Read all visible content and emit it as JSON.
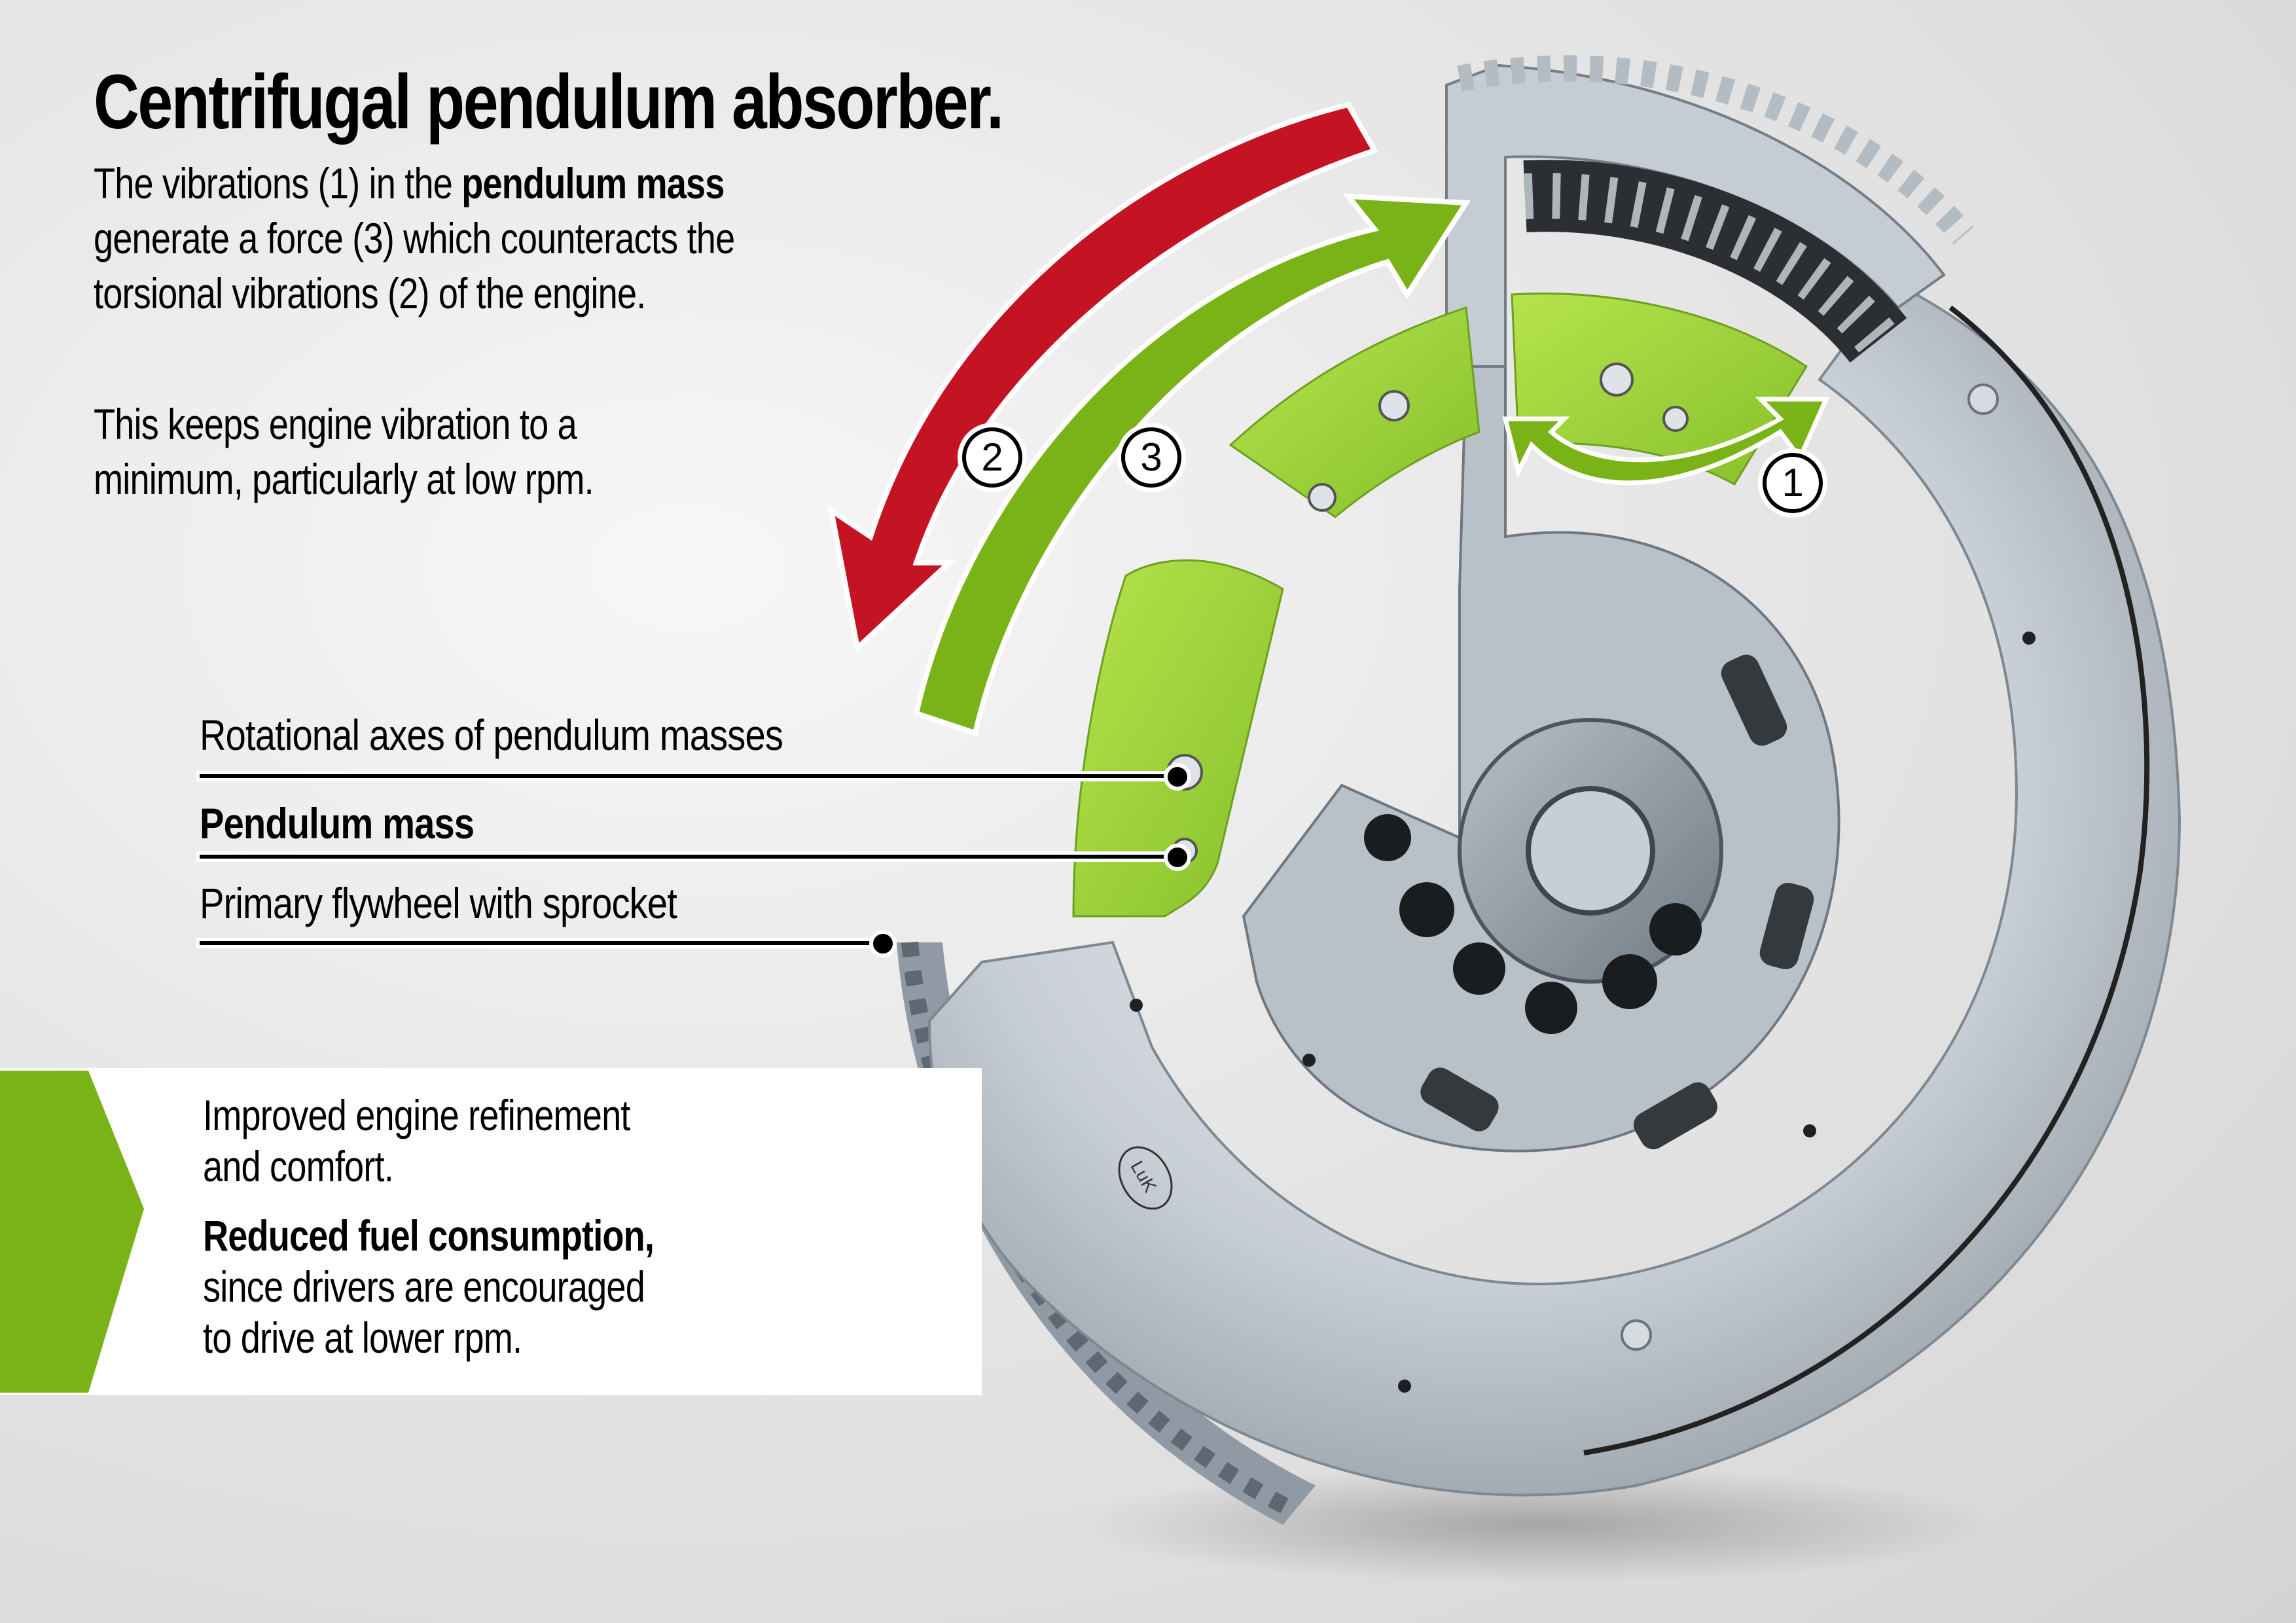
{
  "title": "Centrifugal pendulum absorber.",
  "intro": {
    "line1_pre": "The vibrations (1) in the ",
    "line1_bold": "pendulum mass",
    "line2": "generate a force (3) which counteracts the",
    "line3": "torsional vibrations (2) of the engine.",
    "line4": "This keeps engine vibration to a",
    "line5": "minimum, particularly at low rpm."
  },
  "callouts": [
    {
      "label": "Rotational axes of pendulum masses",
      "bold": false
    },
    {
      "label": "Pendulum mass",
      "bold": true
    },
    {
      "label": "Primary flywheel with sprocket",
      "bold": false
    }
  ],
  "markers": [
    {
      "number": "1",
      "meaning": "vibrations in the pendulum mass",
      "color": "#7ab317"
    },
    {
      "number": "2",
      "meaning": "torsional vibrations of the engine",
      "color": "#c41424"
    },
    {
      "number": "3",
      "meaning": "counteracting force",
      "color": "#7ab317"
    }
  ],
  "benefits": {
    "item1_line1": "Improved engine refinement",
    "item1_line2": "and comfort.",
    "item2_bold": "Reduced fuel consumption,",
    "item2_line2": "since drivers are encouraged",
    "item2_line3": "to drive at lower rpm."
  },
  "brand_mark": "LuK",
  "colors": {
    "accent_green": "#7ab317",
    "pendulum_green": "#9fd43a",
    "arrow_red": "#c41424",
    "background": "#e4e4e4"
  }
}
